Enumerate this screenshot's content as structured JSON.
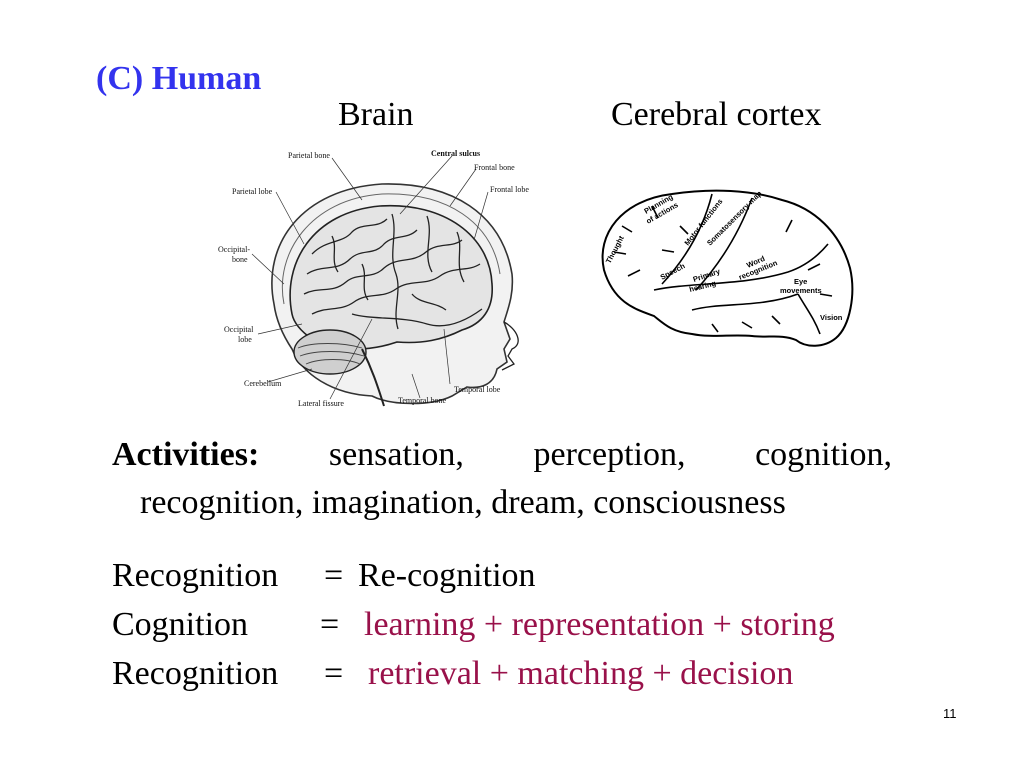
{
  "heading": "(C) Human",
  "columns": {
    "brain": "Brain",
    "cortex": "Cerebral cortex"
  },
  "brain_labels": {
    "parietal_bone": "Parietal bone",
    "central_sulcus": "Central sulcus",
    "frontal_bone": "Frontal bone",
    "frontal_lobe": "Frontal lobe",
    "parietal_lobe": "Parietal lobe",
    "occipital_bone_1": "Occipital-",
    "occipital_bone_2": "bone",
    "occipital_lobe_1": "Occipital",
    "occipital_lobe_2": "lobe",
    "cerebellum": "Cerebellum",
    "temporal_lobe": "Temporal lobe",
    "lateral_fissure": "Lateral fissure",
    "temporal_bone": "Temporal bone"
  },
  "cortex_labels": {
    "thought": "Thought",
    "planning": "Planning",
    "of_actions": "of actions",
    "motor_functions": "Motor functions",
    "somatosensory_map": "Somatosensory map",
    "speech": "Speech",
    "primary": "Primary",
    "hearing": "hearing",
    "word": "Word",
    "recognition": "recognition",
    "eye": "Eye",
    "movements": "movements",
    "vision": "Vision"
  },
  "activities": {
    "label": "Activities:",
    "line1_items": [
      "sensation,",
      "perception,",
      "cognition,"
    ],
    "line2": "recognition, imagination, dream, consciousness"
  },
  "equations": [
    {
      "term": "Recognition",
      "sign": "=",
      "rhs": "Re-cognition",
      "accent": false
    },
    {
      "term": "Cognition",
      "sign": "=",
      "rhs": "learning + representation + storing",
      "accent": true
    },
    {
      "term": "Recognition",
      "sign": "=",
      "rhs": "retrieval + matching + decision",
      "accent": true
    }
  ],
  "page_number": "11",
  "colors": {
    "heading": "#3333ee",
    "accent": "#99114a"
  }
}
